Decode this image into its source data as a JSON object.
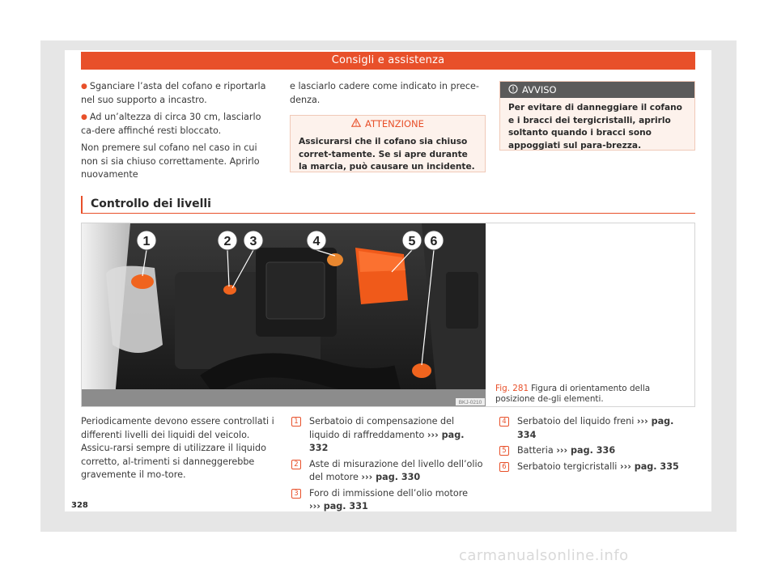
{
  "header": {
    "title": "Consigli e assistenza"
  },
  "col1": {
    "bullet1": "Sganciare l’asta del cofano e riportarla nel suo supporto a incastro.",
    "bullet2": "Ad un’altezza di circa 30 cm, lasciarlo ca-dere affinché resti bloccato.",
    "para": "Non premere sul cofano nel caso in cui non si sia chiuso correttamente. Aprirlo nuovamente"
  },
  "col2": {
    "para": "e lasciarlo cadere come indicato in prece-denza."
  },
  "attenzione": {
    "title": "ATTENZIONE",
    "text": "Assicurarsi che il cofano sia chiuso corret-tamente. Se si apre durante la marcia, può causare un incidente."
  },
  "avviso": {
    "title": "AVVISO",
    "text": "Per evitare di danneggiare il cofano e i bracci dei tergicristalli, aprirlo soltanto quando i bracci sono appoggiati sul para-brezza."
  },
  "section": {
    "title": "Controllo dei livelli"
  },
  "figure": {
    "callouts": [
      "1",
      "2",
      "3",
      "4",
      "5",
      "6"
    ],
    "image_code": "BKJ-0210",
    "fig_label": "Fig. 281",
    "caption": "Figura di orientamento della posizione de-gli elementi."
  },
  "intro": "Periodicamente devono essere controllati i differenti livelli dei liquidi del veicolo. Assicu-rarsi sempre di utilizzare il liquido corretto, al-trimenti si danneggerebbe gravemente il mo-tore.",
  "items": [
    {
      "num": "1",
      "text": "Serbatoio di compensazione del liquido di raffreddamento",
      "ref": "››› pag. 332"
    },
    {
      "num": "2",
      "text": "Aste di misurazione del livello dell’olio del motore",
      "ref": "››› pag. 330"
    },
    {
      "num": "3",
      "text": "Foro di immissione dell’olio motore",
      "ref": "››› pag. 331"
    },
    {
      "num": "4",
      "text": "Serbatoio del liquido freni",
      "ref": "››› pag. 334"
    },
    {
      "num": "5",
      "text": "Batteria",
      "ref": "››› pag. 336"
    },
    {
      "num": "6",
      "text": "Serbatoio tergicristalli",
      "ref": "››› pag. 335"
    }
  ],
  "page_number": "328",
  "watermark": "carmanualsonline.info",
  "colors": {
    "accent": "#e8502a",
    "dark_header": "#5a5a5a",
    "box_bg": "#fdf2ec"
  }
}
